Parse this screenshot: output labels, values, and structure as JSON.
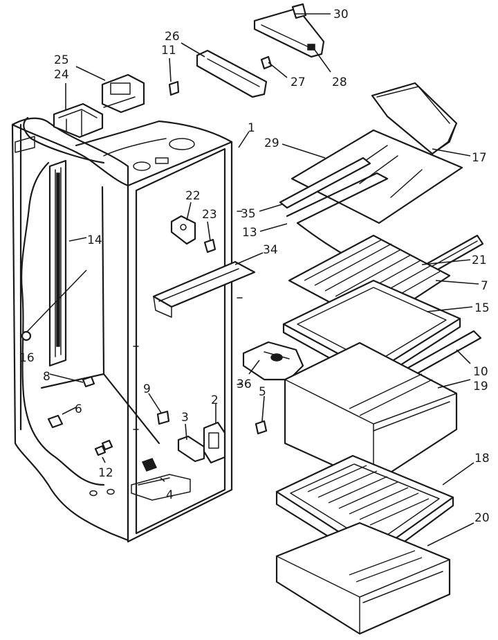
{
  "callouts": [
    {
      "key": "c1",
      "text": "1"
    },
    {
      "key": "c2",
      "text": "2"
    },
    {
      "key": "c3",
      "text": "3"
    },
    {
      "key": "c4",
      "text": "4"
    },
    {
      "key": "c5",
      "text": "5"
    },
    {
      "key": "c6",
      "text": "6"
    },
    {
      "key": "c7",
      "text": "7"
    },
    {
      "key": "c8",
      "text": "8"
    },
    {
      "key": "c9",
      "text": "9"
    },
    {
      "key": "c10",
      "text": "10"
    },
    {
      "key": "c11",
      "text": "11"
    },
    {
      "key": "c12",
      "text": "12"
    },
    {
      "key": "c13",
      "text": "13"
    },
    {
      "key": "c14",
      "text": "14"
    },
    {
      "key": "c15",
      "text": "15"
    },
    {
      "key": "c16",
      "text": "16"
    },
    {
      "key": "c17",
      "text": "17"
    },
    {
      "key": "c18",
      "text": "18"
    },
    {
      "key": "c19",
      "text": "19"
    },
    {
      "key": "c20",
      "text": "20"
    },
    {
      "key": "c21",
      "text": "21"
    },
    {
      "key": "c22",
      "text": "22"
    },
    {
      "key": "c23",
      "text": "23"
    },
    {
      "key": "c24",
      "text": "24"
    },
    {
      "key": "c25",
      "text": "25"
    },
    {
      "key": "c26",
      "text": "26"
    },
    {
      "key": "c27",
      "text": "27"
    },
    {
      "key": "c28",
      "text": "28"
    },
    {
      "key": "c29",
      "text": "29"
    },
    {
      "key": "c30",
      "text": "30"
    },
    {
      "key": "c34",
      "text": "34"
    },
    {
      "key": "c35",
      "text": "35"
    },
    {
      "key": "c36",
      "text": "36"
    }
  ]
}
